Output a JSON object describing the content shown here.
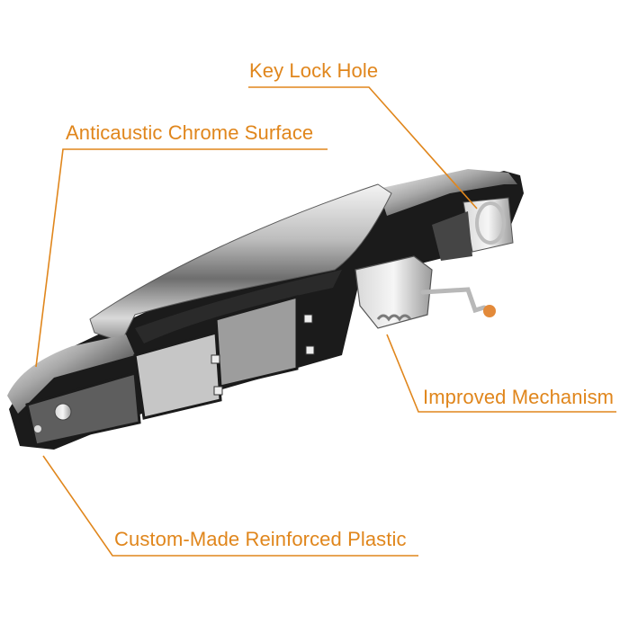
{
  "image": {
    "subject": "chrome-door-handle-assembly",
    "accent_color": "#e0861c",
    "background": "#ffffff"
  },
  "callouts": {
    "key_lock_hole": "Key Lock Hole",
    "chrome_surface": "Anticaustic Chrome Surface",
    "mechanism": "Improved Mechanism",
    "plastic": "Custom-Made Reinforced Plastic"
  }
}
